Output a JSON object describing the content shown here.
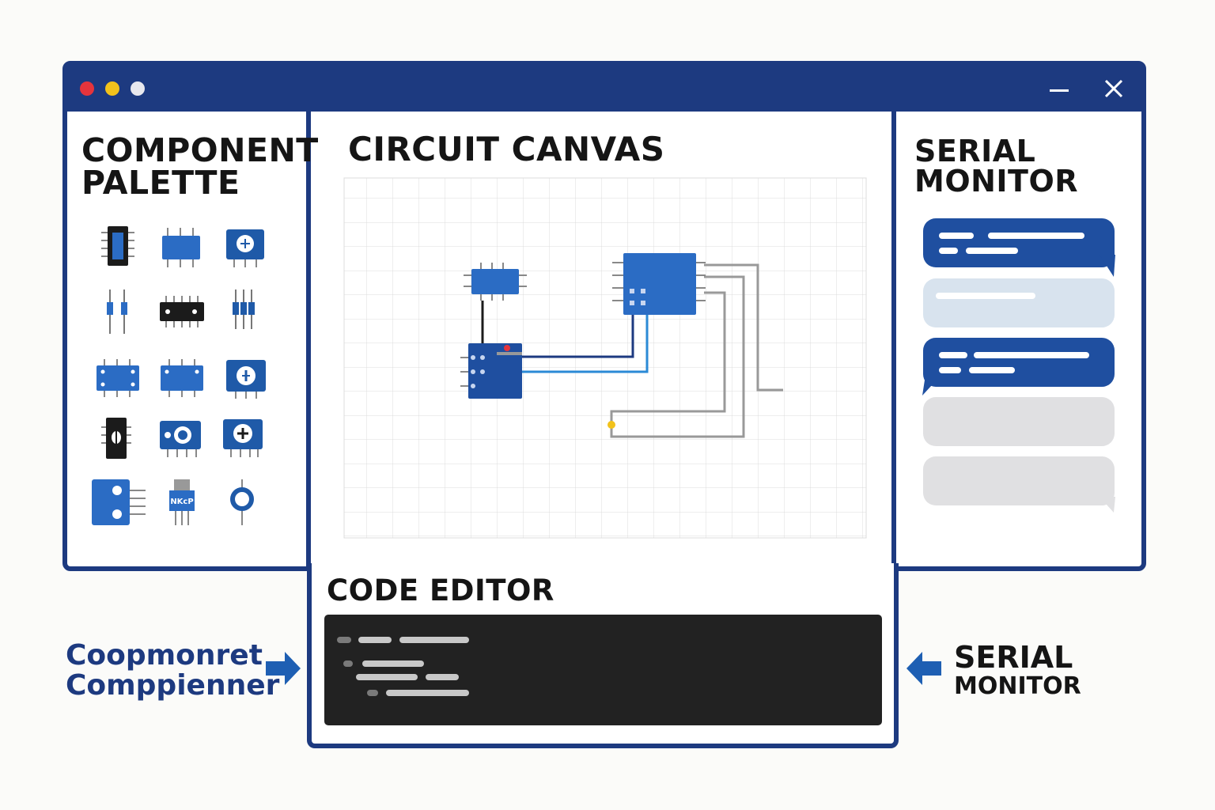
{
  "window": {
    "controls": {
      "minimize_icon": "minimize-icon",
      "close_icon": "close-icon"
    },
    "colors": {
      "frame": "#1d3a80",
      "dot_red": "#e5343c",
      "dot_yellow": "#f2c21b",
      "dot_white": "#e8e8ee"
    }
  },
  "palette": {
    "title_line1": "COMPONENT",
    "title_line2": "PALETTE",
    "items": [
      "dip-ic-icon",
      "chip-module-icon",
      "potentiometer-module-icon",
      "capacitor-icon",
      "black-ic-icon",
      "resistor-icon",
      "sensor-board-icon",
      "driver-board-icon",
      "trimpot-board-icon",
      "diode-icon",
      "camera-module-icon",
      "plus-module-icon",
      "relay-board-icon",
      "transistor-icon",
      "ring-icon"
    ],
    "transistor_label": "NKcP"
  },
  "canvas": {
    "title": "CIRCUIT CANVAS"
  },
  "serial": {
    "title_line1": "SERIAL",
    "title_line2": "MONITOR"
  },
  "code": {
    "title": "CODE EDITOR"
  },
  "callouts": {
    "left_line1": "Coopmonret",
    "left_line2": "Comppienner",
    "right_line1": "SERIAL",
    "right_line2": "MONITOR"
  }
}
